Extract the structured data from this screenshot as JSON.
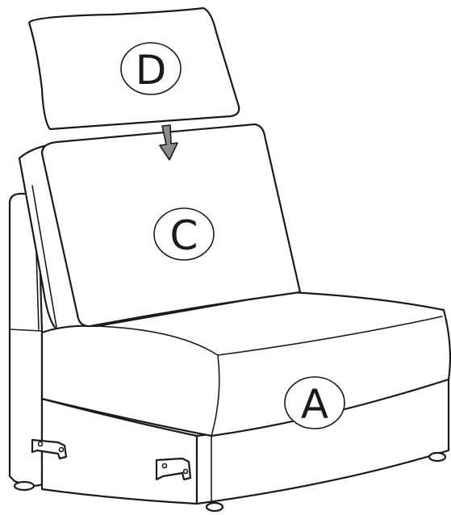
{
  "callouts": {
    "headrest": "D",
    "back_cushion": "C",
    "seat": "A"
  },
  "icons": {
    "arrow": "down-arrow-icon",
    "clip": "connector-clip-icon"
  },
  "colors": {
    "line": "#1a1a1a",
    "arrow_fill": "#8c8c8c",
    "background": "#ffffff"
  }
}
